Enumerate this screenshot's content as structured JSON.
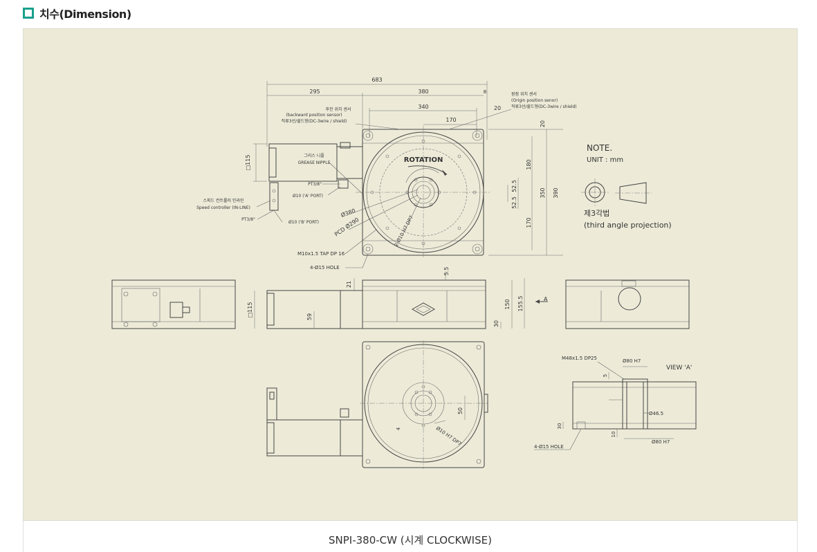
{
  "section": {
    "icon": "square-outline-icon",
    "title": "치수(Dimension)"
  },
  "caption": "SNPI-380-CW (시계 CLOCKWISE)",
  "drawing": {
    "note_title": "NOTE.",
    "note_unit": "UNIT : mm",
    "projection_ko": "제3각법",
    "projection_en": "(third angle projection)",
    "rotation_label": "ROTATION",
    "view_a": "VIEW 'A'",
    "arrow_a": "A",
    "backward_sensor_ko": "후진 위치 센서",
    "backward_sensor_en": "(backward position sensor)",
    "backward_sensor_wire": "직류3선/쉴드형(DC-3wire / shield)",
    "origin_sensor_ko": "원점 위치 센서",
    "origin_sensor_en": "(Origin position senor)",
    "origin_sensor_wire": "직류3선/쉴드형(DC-3wire / shield)",
    "grease_ko": "그리스 니플",
    "grease_en": "GREASE NIPPLE",
    "pt38_a": "PT3/8\"",
    "pt38_b": "PT3/8\"",
    "port_a": "Ø10 ('A' PORT)",
    "port_b": "Ø10 ('B' PORT)",
    "speed_ko": "스피드 컨트롤러 인라인",
    "speed_en": "Speed controller (IN-LINE)",
    "tap": "M10x1.5 TAP DP 16",
    "hole_top": "4-Ø15 HOLE",
    "hole_side": "4-Ø15 HOLE",
    "d380": "Ø380",
    "pcd": "PCD Ø290",
    "pin_hole": "2-Ø10 H7 DP7",
    "pin_hole_b": "Ø10 H7 DP7",
    "m48": "M48x1.5 DP25",
    "d80_top": "Ø80 H7",
    "d80_bot": "Ø80 H7",
    "d46": "Ø46.5",
    "dims": {
      "d683": "683",
      "d295": "295",
      "d380": "380",
      "d8": "8",
      "d340": "340",
      "d20a": "20",
      "d170": "170",
      "d20b": "20",
      "d180": "180",
      "d525a": "52.5",
      "d525b": "52.5",
      "d170v": "170",
      "d350": "350",
      "d390": "390",
      "d115a": "□115",
      "d55": "5.5",
      "d21": "21",
      "d150": "150",
      "d1555": "155.5",
      "d30a": "30",
      "d59": "59",
      "d115b": "□115",
      "d50": "50",
      "d4": "4",
      "d5": "5",
      "d30b": "30",
      "d10": "10"
    }
  }
}
